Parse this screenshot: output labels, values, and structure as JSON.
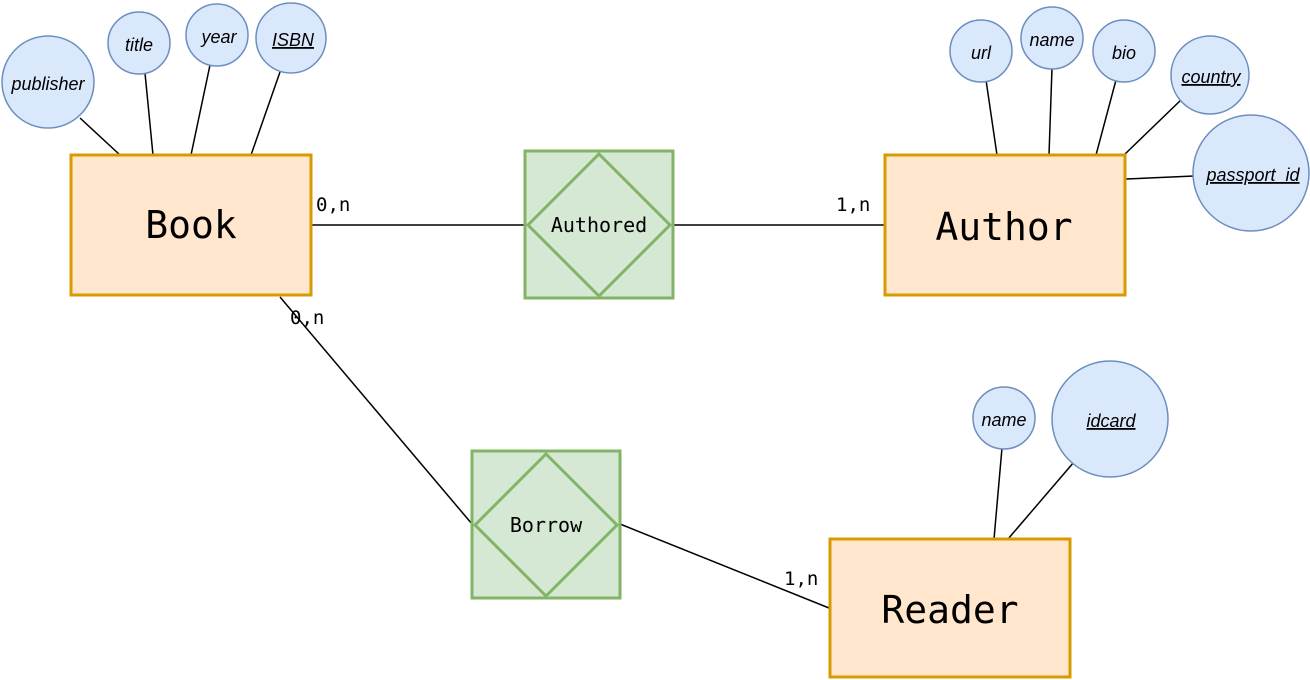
{
  "entities": {
    "book": "Book",
    "author": "Author",
    "reader": "Reader"
  },
  "relationships": {
    "authored": "Authored",
    "borrow": "Borrow"
  },
  "cardinalities": {
    "book_authored": "0,n",
    "author_authored": "1,n",
    "book_borrow": "0,n",
    "reader_borrow": "1,n"
  },
  "attributes": {
    "book": {
      "publisher": "publisher",
      "title": "title",
      "year": "year",
      "isbn": "ISBN"
    },
    "author": {
      "url": "url",
      "name": "name",
      "bio": "bio",
      "country": "country",
      "passport_id": "passport_id"
    },
    "reader": {
      "name": "name",
      "idcard": "idcard"
    }
  },
  "colors": {
    "entity_fill": "#ffe6cc",
    "entity_stroke": "#d79b00",
    "relationship_fill": "#d5e8d4",
    "relationship_stroke": "#82b366",
    "attribute_fill": "#dae8fc",
    "attribute_stroke": "#6c8ebf"
  }
}
